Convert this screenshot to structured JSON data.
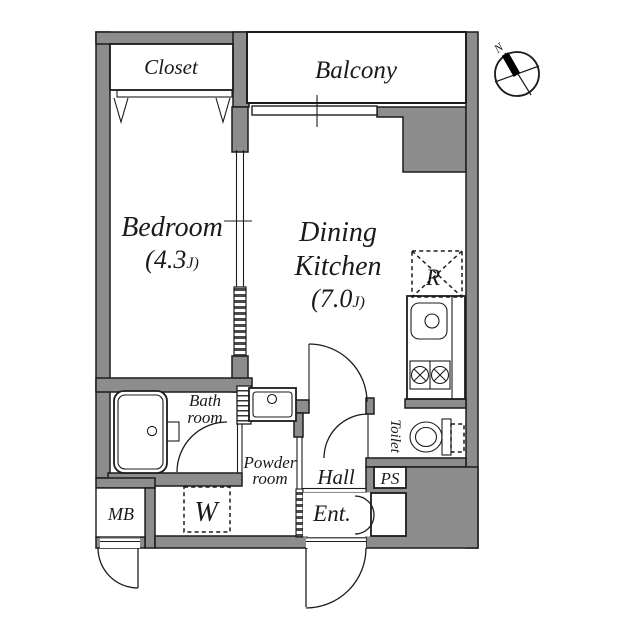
{
  "colors": {
    "wall": "#8d8d8d",
    "line": "#1c1c1c",
    "text": "#1a1a1a"
  },
  "rooms": {
    "closet": {
      "label": "Closet"
    },
    "balcony": {
      "label": "Balcony"
    },
    "bedroom": {
      "label": "Bedroom",
      "area": "(4.3",
      "area_unit": "J)"
    },
    "dining_kitchen": {
      "label_line1": "Dining",
      "label_line2": "Kitchen",
      "area": "(7.0",
      "area_unit": "J)"
    },
    "bathroom": {
      "label_line1": "Bath",
      "label_line2": "room"
    },
    "powder_room": {
      "label_line1": "Powder",
      "label_line2": "room"
    },
    "hall": {
      "label": "Hall"
    },
    "entrance": {
      "label": "Ent."
    },
    "toilet": {
      "label": "Toilet"
    }
  },
  "annotations": {
    "meter_box": "MB",
    "pipe_space": "PS",
    "washing_machine_space": "W",
    "refrigerator_space": "R",
    "compass_north": "N"
  }
}
